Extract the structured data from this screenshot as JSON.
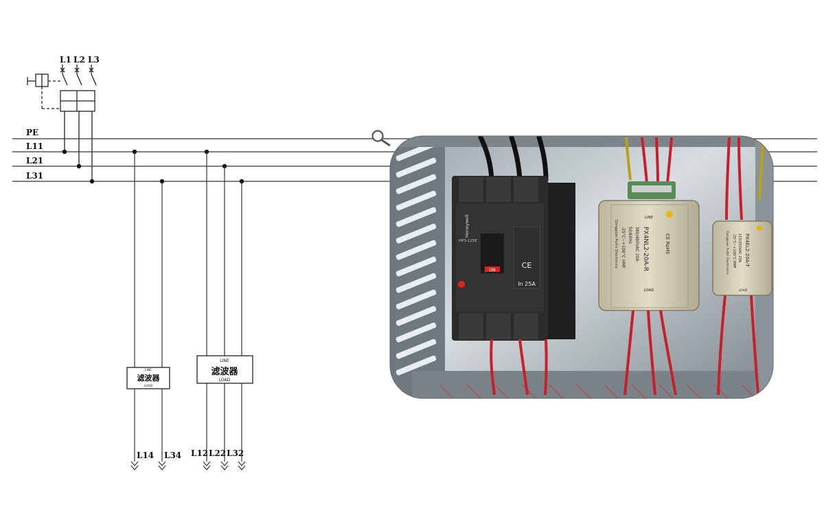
{
  "breaker_poles": [
    "L1",
    "L2",
    "L3"
  ],
  "bus_lines": [
    "PE",
    "L11",
    "L21",
    "L31"
  ],
  "filter_small": {
    "top": "LINE",
    "name": "滤波器",
    "bottom": "LOAD"
  },
  "filter_large": {
    "top": "LINE",
    "name": "滤波器",
    "bottom": "LOAD"
  },
  "outputs": [
    "L14",
    "L34",
    "L12",
    "L22",
    "L32"
  ],
  "photo": {
    "breaker": {
      "brand": "Honeywell",
      "model": "HP3-125E",
      "switch_label": "ON",
      "rating": "In 25A",
      "mark": "CE"
    },
    "filter_large": {
      "badge": "CE RoHS",
      "model": "PX4NL2-20A-R",
      "spec1": "380/480VAC 20A",
      "spec2": "50/60Hz",
      "spec3": "-25°C~+100°C HMF",
      "maker": "Dongguan PuXin Electronics",
      "line_label": "LINE",
      "load_label": "LOAD"
    },
    "filter_small": {
      "model": "PX4EL2-20A-T",
      "spec1": "115/250VAC 20A",
      "spec2": "-25°C~+100°C HMF",
      "maker": "Dongguan PuXin Electronics",
      "load_label": "LOAD"
    }
  },
  "colors": {
    "wire": "#c8202a",
    "line": "#222222",
    "frame": "#8a939a",
    "device_beige": "#d8d2bc",
    "breaker_black": "#2a2a2a"
  }
}
